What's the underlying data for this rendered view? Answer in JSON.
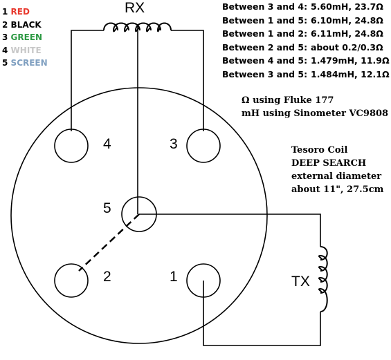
{
  "colors": {
    "red": "#e8372c",
    "black": "#000000",
    "green": "#2e9a44",
    "white": "#c8c8c8",
    "screen": "#7f9fc0"
  },
  "legend": [
    {
      "num": "1",
      "name": "RED",
      "color": "#e8372c"
    },
    {
      "num": "2",
      "name": "BLACK",
      "color": "#000000"
    },
    {
      "num": "3",
      "name": "GREEN",
      "color": "#2e9a44"
    },
    {
      "num": "4",
      "name": "WHITE",
      "color": "#c8c8c8"
    },
    {
      "num": "5",
      "name": "SCREEN",
      "color": "#7f9fc0"
    }
  ],
  "measurements": [
    {
      "pair": "Between 3 and 4:",
      "value": "5.60mH, 23.7Ω"
    },
    {
      "pair": "Between 1 and 5:",
      "value": "6.10mH, 24.8Ω"
    },
    {
      "pair": "Between 1 and 2:",
      "value": "6.11mH, 24.8Ω"
    },
    {
      "pair": "Between 2 and 5:",
      "value": "about 0.2/0.3Ω"
    },
    {
      "pair": "Between 4 and 5:",
      "value": "1.479mH, 11.9Ω"
    },
    {
      "pair": "Between 3 and 5:",
      "value": "1.484mH, 12.1Ω"
    }
  ],
  "notes": {
    "ohm": "Ω using Fluke 177",
    "mh": "mH using Sinometer VC9808"
  },
  "coil": {
    "line1": "Tesoro Coil",
    "line2": "DEEP SEARCH",
    "line3": "external diameter",
    "line4": "about 11\", 27.5cm"
  },
  "diagram": {
    "rx_label": "RX",
    "tx_label": "TX",
    "pin1": "1",
    "pin2": "2",
    "pin3": "3",
    "pin4": "4",
    "pin5": "5"
  }
}
